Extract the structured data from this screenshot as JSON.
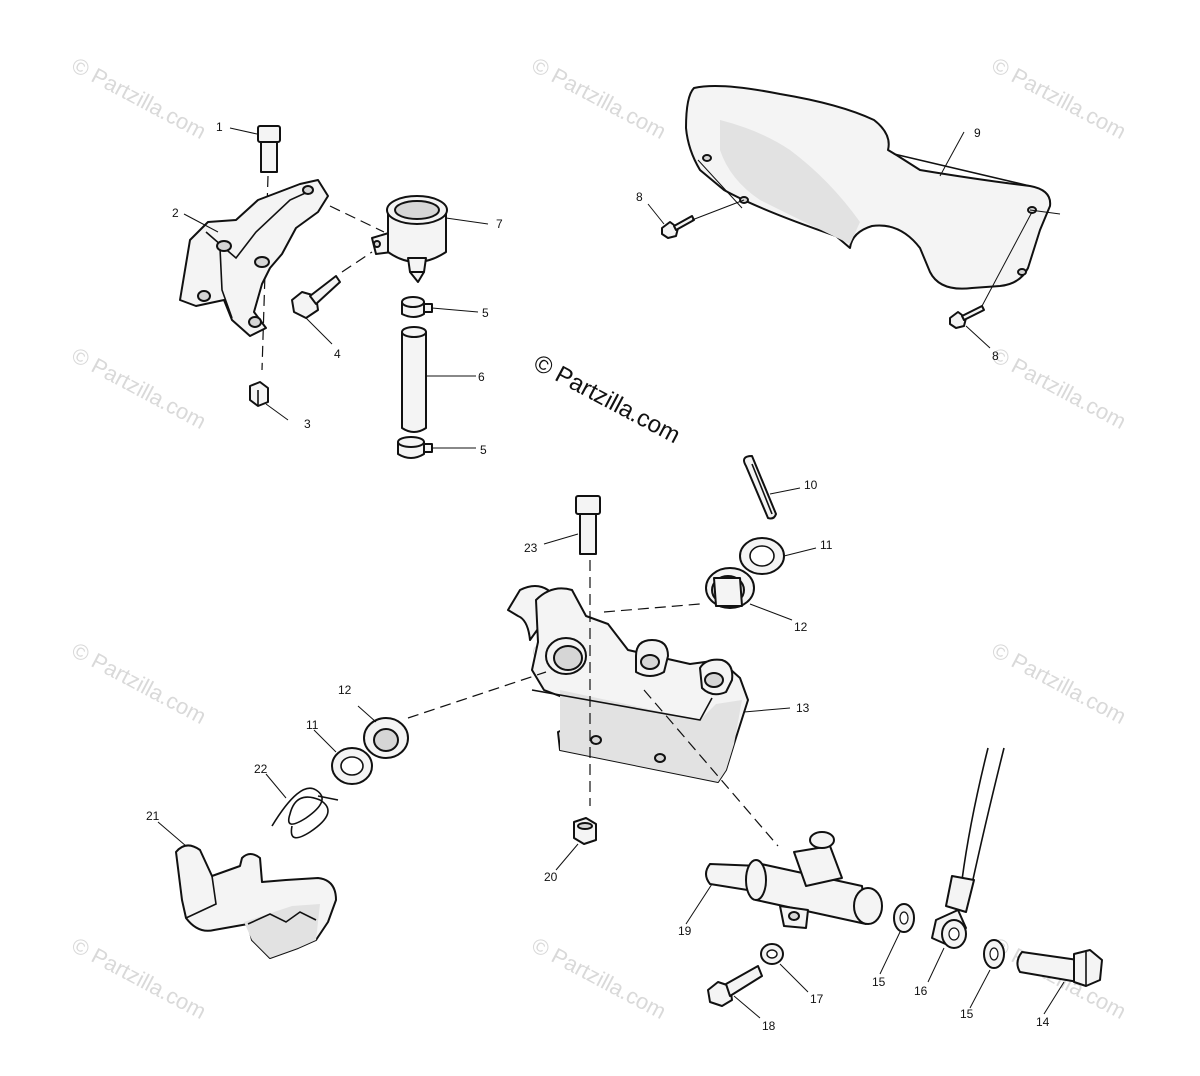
{
  "watermark": {
    "text": "© Partzilla.com",
    "main_text": "© Partzilla.com"
  },
  "callouts": {
    "c1": "1",
    "c2": "2",
    "c3": "3",
    "c4": "4",
    "c5a": "5",
    "c5b": "5",
    "c6": "6",
    "c7": "7",
    "c8a": "8",
    "c8b": "8",
    "c9": "9",
    "c10": "10",
    "c11a": "11",
    "c11b": "11",
    "c12a": "12",
    "c12b": "12",
    "c13": "13",
    "c14": "14",
    "c15a": "15",
    "c15b": "15",
    "c16": "16",
    "c17": "17",
    "c18": "18",
    "c19": "19",
    "c20": "20",
    "c21": "21",
    "c22": "22",
    "c23": "23"
  }
}
